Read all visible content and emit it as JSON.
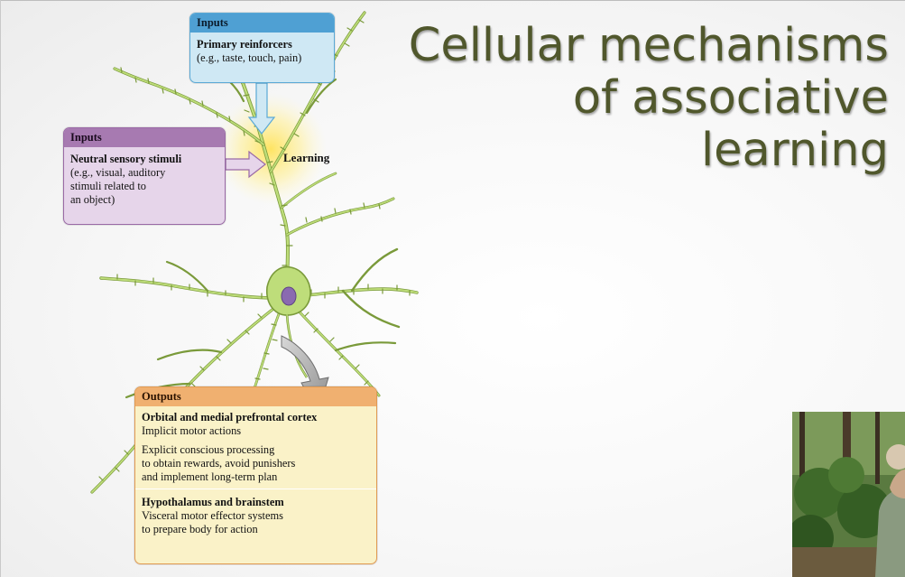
{
  "title": {
    "line1": "Cellular mechanisms",
    "line2": "of  associative",
    "line3": "learning"
  },
  "inputs_primary": {
    "header": "Inputs",
    "heading": "Primary reinforcers",
    "detail": "(e.g., taste, touch, pain)"
  },
  "inputs_neutral": {
    "header": "Inputs",
    "heading": "Neutral sensory stimuli",
    "detail1": "(e.g., visual, auditory",
    "detail2": "stimuli related to",
    "detail3": "an object)"
  },
  "learning_label": "Learning",
  "outputs": {
    "header": "Outputs",
    "s1_heading": "Orbital and medial prefrontal cortex",
    "s1_line1": "Implicit motor actions",
    "s1_line2": "Explicit conscious processing",
    "s1_line3": "to obtain rewards, avoid punishers",
    "s1_line4": "and implement long-term plan",
    "s2_heading": "Hypothalamus and brainstem",
    "s2_line1": "Visceral motor effector systems",
    "s2_line2": "to prepare body for action"
  },
  "colors": {
    "title": "#50572c",
    "neuron_fill": "#bedd7a",
    "neuron_stroke": "#7a9a3a",
    "nucleus": "#8a6ab0",
    "primary_box": "#cfe8f4",
    "neutral_box": "#e6d5ea",
    "outputs_box": "#faf2c8",
    "arrow": "#a8a8a8"
  }
}
